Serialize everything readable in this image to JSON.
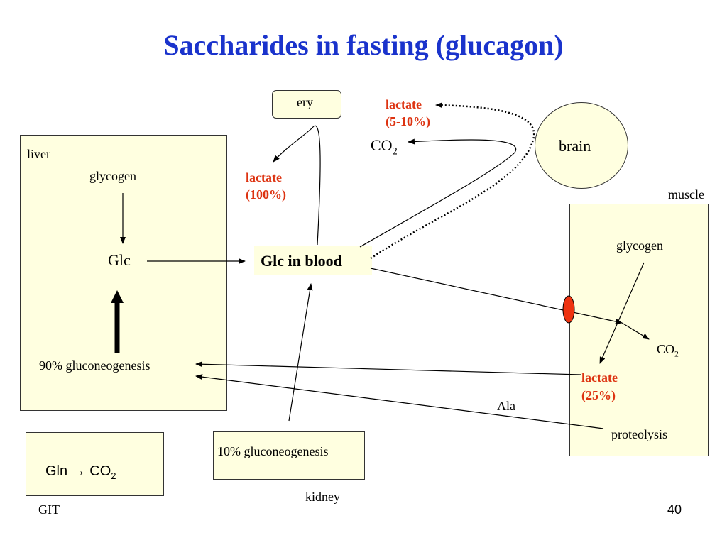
{
  "title": "Saccharides in fasting (glucagon)",
  "liver": {
    "label": "liver",
    "glycogen": "glycogen",
    "glc": "Glc",
    "gluconeogenesis": "90% gluconeogenesis"
  },
  "blood": {
    "label": "Glc in blood"
  },
  "ery": {
    "label": "ery"
  },
  "lactate_ery": {
    "line1": "lactate",
    "line2": "(100%)"
  },
  "lactate_brain": {
    "line1": "lactate",
    "line2": "(5-10%)"
  },
  "co2_brain": {
    "base": "CO",
    "sub": "2"
  },
  "brain": {
    "label": "brain"
  },
  "muscle": {
    "label": "muscle",
    "glycogen": "glycogen",
    "co2_base": "CO",
    "co2_sub": "2",
    "lactate_line1": "lactate",
    "lactate_line2": "(25%)",
    "proteolysis": "proteolysis",
    "ala": "Ala"
  },
  "kidney": {
    "label": "kidney",
    "gluconeogenesis": "10% gluconeogenesis"
  },
  "git": {
    "label": "GIT",
    "gln": "Gln",
    "arrow": "→",
    "co2_base": "CO",
    "co2_sub": "2"
  },
  "page_number": "40",
  "colors": {
    "title": "#1a33cc",
    "box_fill": "#ffffe0",
    "highlight": "#dd3311",
    "transporter": "#ee3311"
  }
}
